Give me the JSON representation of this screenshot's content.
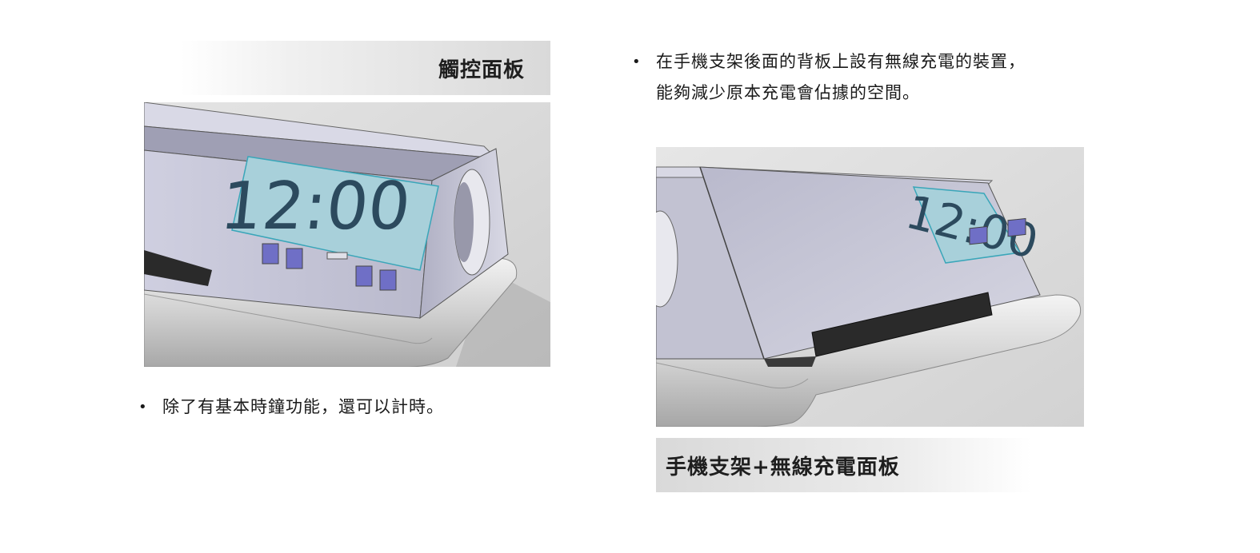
{
  "left_panel": {
    "banner_title": "觸控面板",
    "clock_display": "12:00",
    "bullet_text": "除了有基本時鐘功能，還可以計時。"
  },
  "right_panel": {
    "bullet_line_1": "在手機支架後面的背板上設有無線充電的裝置，",
    "bullet_line_2": "能夠減少原本充電會佔據的空間。",
    "clock_display": "12:00",
    "banner_title": "手機支架+無線充電面板"
  },
  "bullet_glyph": "•",
  "colors": {
    "screen_fill": "#a8d0da",
    "screen_border": "#3aa6b9",
    "button_fill": "#6f6fc6",
    "body_fill": "#c6c6d6",
    "base_fill": "#d4d4d4"
  }
}
